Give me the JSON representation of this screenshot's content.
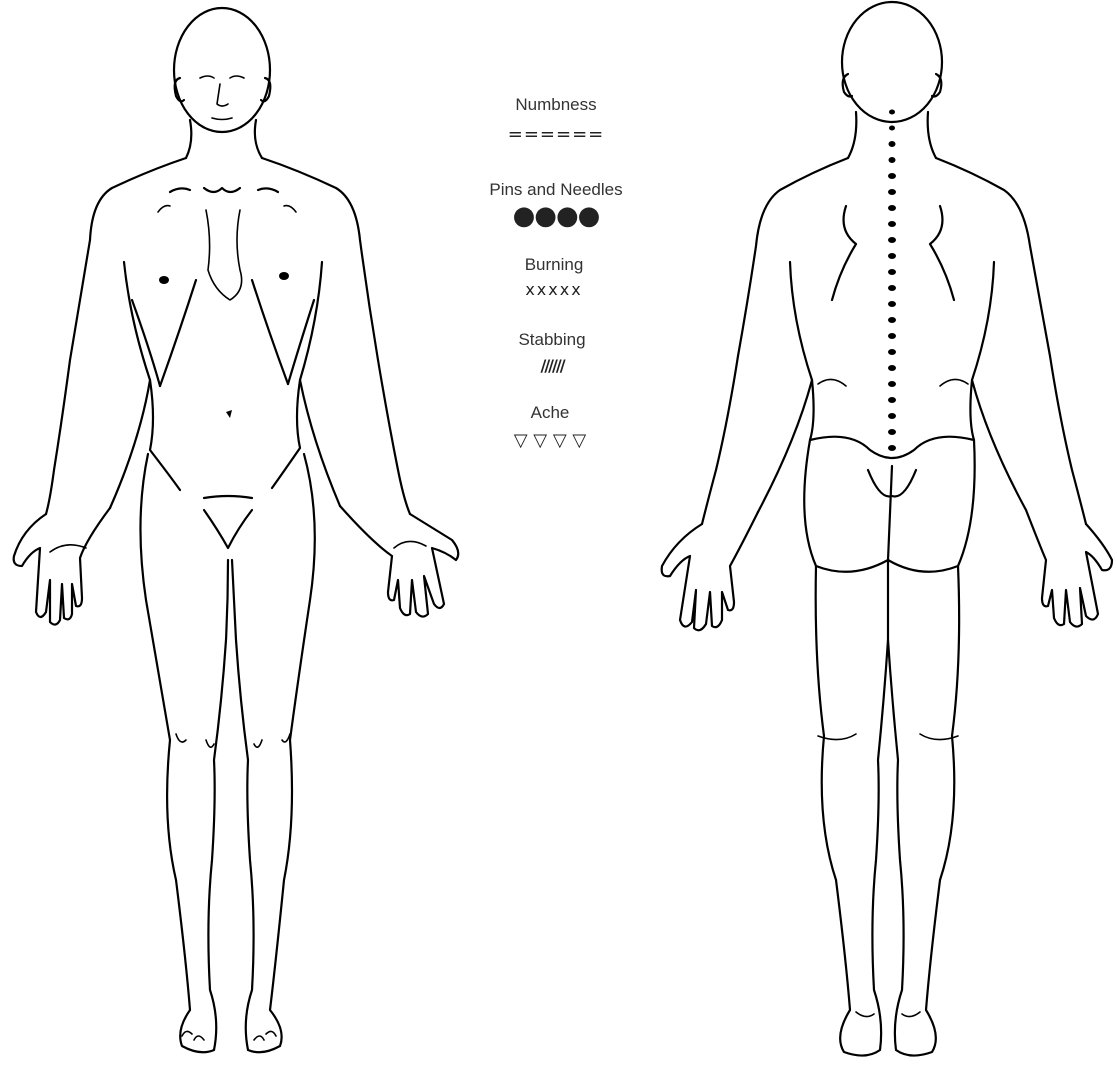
{
  "legend": {
    "items": [
      {
        "label": "Numbness",
        "symbol": "======"
      },
      {
        "label": "Pins and Needles",
        "symbol": "●●●●"
      },
      {
        "label": "Burning",
        "symbol": "xxxxx"
      },
      {
        "label": "Stabbing",
        "symbol": "//////"
      },
      {
        "label": "Ache",
        "symbol": "▽ ▽ ▽ ▽"
      }
    ]
  },
  "figures": {
    "front": {
      "view": "anterior"
    },
    "back": {
      "view": "posterior"
    }
  },
  "colors": {
    "ink": "#000000",
    "legend_text": "#333333",
    "background": "#ffffff"
  }
}
